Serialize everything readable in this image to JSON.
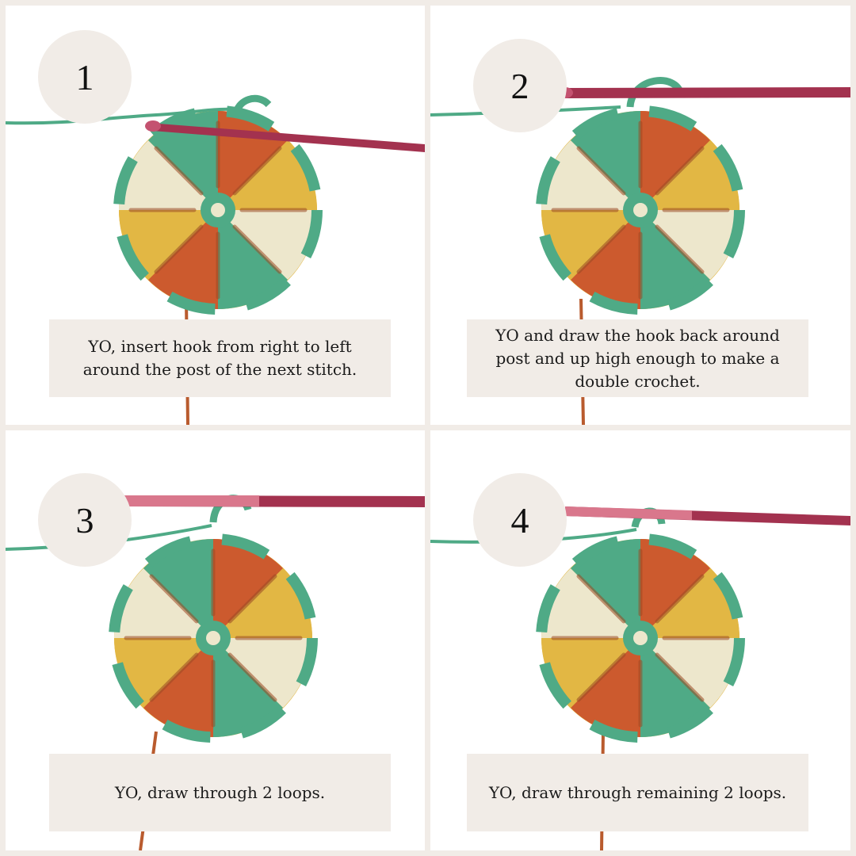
{
  "steps": [
    {
      "number": "1",
      "caption": "YO, insert hook from right to left around the post of the next stitch."
    },
    {
      "number": "2",
      "caption": "YO and draw  the hook back around post and up  high enough to make a double crochet."
    },
    {
      "number": "3",
      "caption": "YO, draw through 2 loops."
    },
    {
      "number": "4",
      "caption": "YO, draw through remaining 2 loops."
    }
  ],
  "colors": {
    "background": "#f1ece7",
    "panel": "#ffffff",
    "hook": "#a3324f",
    "yarn_green": "#4faa86",
    "yarn_orange": "#cc5a2e",
    "yarn_yellow": "#e2b744",
    "yarn_cream": "#ede7cc"
  },
  "icons": [
    "crochet-hook-icon",
    "crochet-swatch-icon"
  ]
}
